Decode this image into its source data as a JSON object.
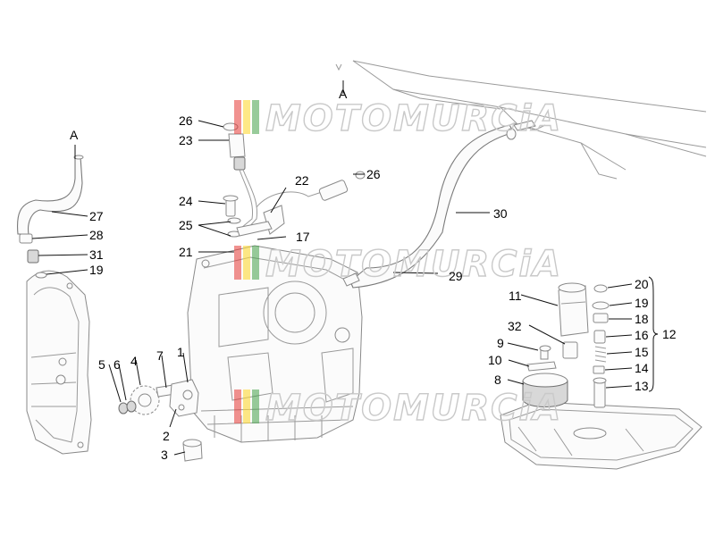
{
  "watermark": {
    "text": "MOTOMURCiA"
  },
  "connector_labels": [
    "A",
    "A"
  ],
  "callouts": [
    "1",
    "2",
    "3",
    "4",
    "5",
    "6",
    "7",
    "8",
    "9",
    "10",
    "11",
    "12",
    "13",
    "14",
    "15",
    "16",
    "17",
    "18",
    "19",
    "19",
    "20",
    "21",
    "22",
    "23",
    "24",
    "25",
    "26",
    "26",
    "27",
    "28",
    "29",
    "30",
    "31",
    "32"
  ],
  "colors": {
    "watermark_stripes": [
      "#e53935",
      "#fdd835",
      "#43a047"
    ],
    "linework": "#8a8a8a"
  }
}
